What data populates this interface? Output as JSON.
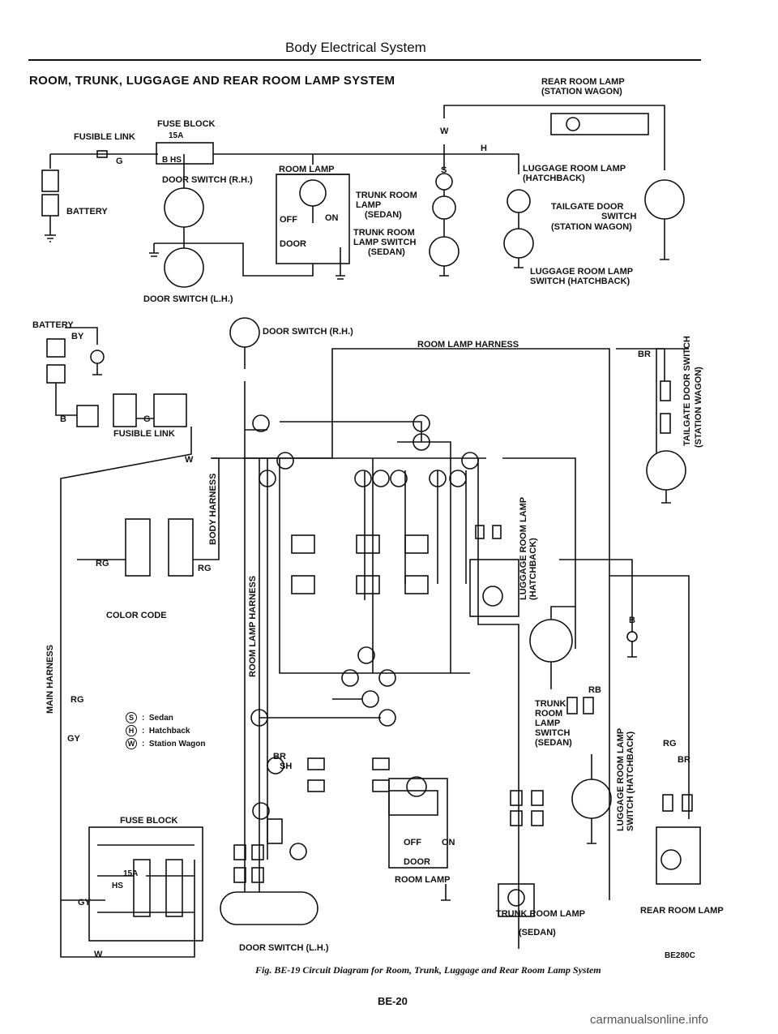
{
  "header": {
    "section": "Body Electrical System",
    "title": "ROOM, TRUNK, LUGGAGE AND REAR ROOM LAMP SYSTEM"
  },
  "schematic": {
    "rear_room_lamp_sw": "REAR ROOM LAMP",
    "rear_room_lamp_sw_sub": "(STATION WAGON)",
    "fuse_block": "FUSE BLOCK",
    "fusible_link": "FUSIBLE LINK",
    "fuse_15a": "15A",
    "g": "G",
    "b_hs": "B  HS",
    "battery": "BATTERY",
    "door_switch_rh": "DOOR SWITCH (R.H.)",
    "door_switch_lh": "DOOR SWITCH (L.H.)",
    "room_lamp": "ROOM LAMP",
    "off": "OFF",
    "on": "ON",
    "door": "DOOR",
    "trunk_room_lamp": "TRUNK ROOM",
    "lamp": "LAMP",
    "sedan": "(SEDAN)",
    "trunk_room_lamp_switch": "TRUNK ROOM",
    "lamp_switch": "LAMP SWITCH",
    "luggage_room_lamp": "LUGGAGE ROOM LAMP",
    "hatchback": "(HATCHBACK)",
    "tailgate_door": "TAILGATE DOOR",
    "switch": "SWITCH",
    "station_wagon": "(STATION WAGON)",
    "luggage_room_lamp_switch": "LUGGAGE ROOM LAMP",
    "switch_hatchback": "SWITCH (HATCHBACK)",
    "w": "W",
    "h": "H",
    "s": "S"
  },
  "wiring": {
    "battery": "BATTERY",
    "by": "BY",
    "fusible_link": "FUSIBLE LINK",
    "door_switch_rh": "DOOR SWITCH (R.H.)",
    "room_lamp_harness": "ROOM LAMP HARNESS",
    "tailgate_door_switch": "TAILGATE DOOR SWITCH",
    "station_wagon": "(STATION WAGON)",
    "br": "BR",
    "b": "B",
    "w": "W",
    "g": "G",
    "rg": "RG",
    "rb": "RB",
    "gy": "GY",
    "body_harness": "BODY HARNESS",
    "main_harness": "MAIN HARNESS",
    "luggage_room_lamp_hatchback": "LUGGAGE ROOM LAMP (HATCHBACK)",
    "luggage_room_lamp_switch": "LUGGAGE ROOM LAMP SWITCH (HATCHBACK)",
    "color_code": "COLOR CODE",
    "fuse_block": "FUSE BLOCK",
    "fuse_15a": "15A",
    "hs": "HS",
    "trunk_room_lamp_switch": "TRUNK ROOM LAMP SWITCH (SEDAN)",
    "trunk_room_lamp": "TRUNK ROOM LAMP",
    "sedan": "(SEDAN)",
    "rear_room_lamp": "REAR ROOM LAMP",
    "room_lamp": "ROOM LAMP",
    "door_switch_lh": "DOOR SWITCH (L.H.)",
    "off": "OFF",
    "on": "ON",
    "door": "DOOR",
    "sh": "SH"
  },
  "legend": [
    {
      "symbol": "S",
      "text": "Sedan"
    },
    {
      "symbol": "H",
      "text": "Hatchback"
    },
    {
      "symbol": "W",
      "text": "Station Wagon"
    }
  ],
  "footer": {
    "code": "BE280C",
    "caption": "Fig. BE-19 Circuit Diagram for Room, Trunk, Luggage and Rear Room Lamp System",
    "page": "BE-20",
    "watermark": "carmanualsonline.info"
  }
}
